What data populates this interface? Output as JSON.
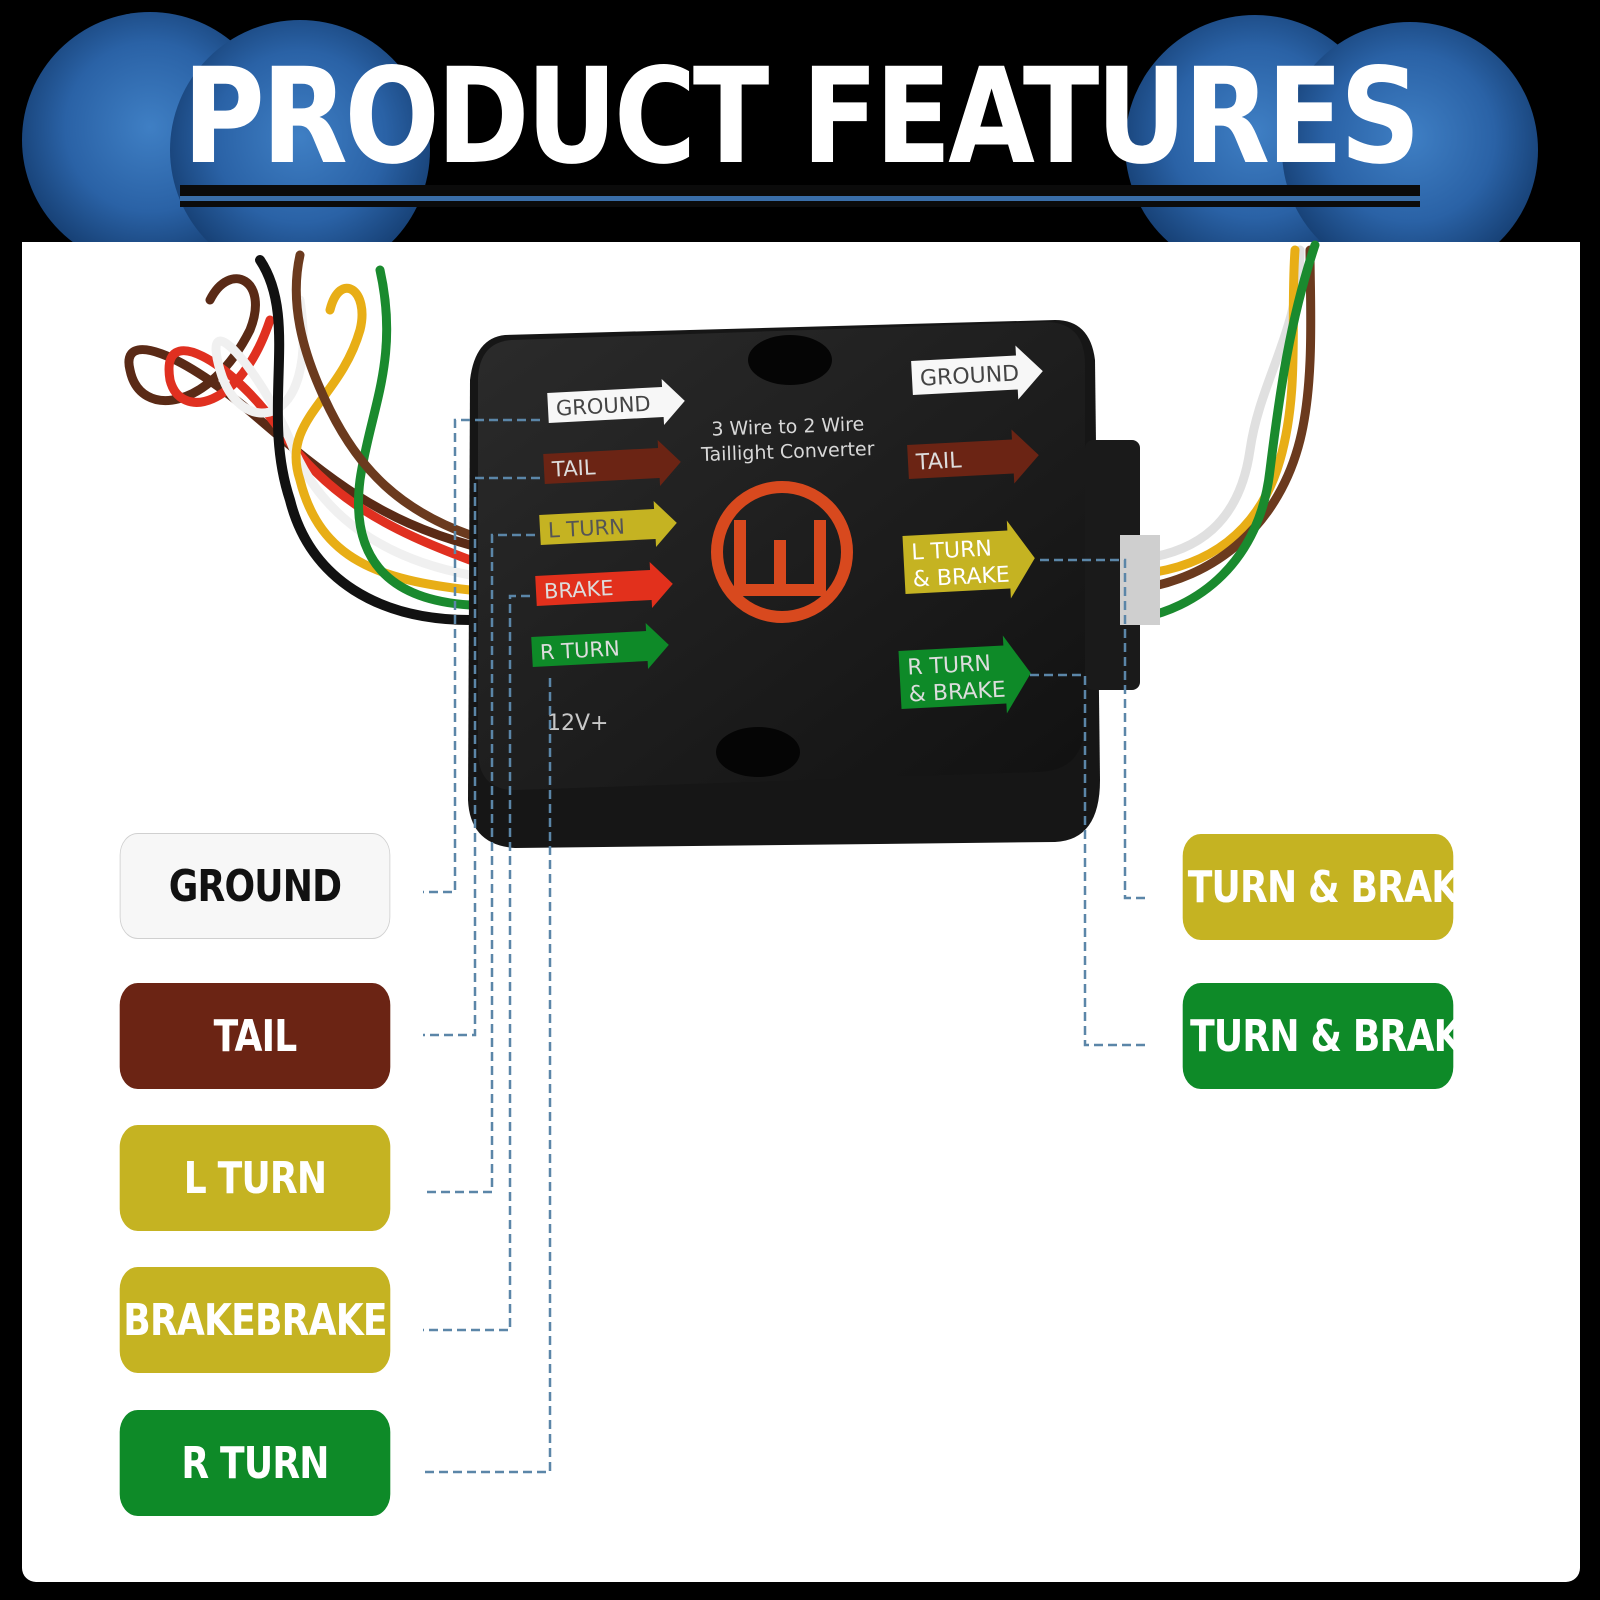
{
  "header": {
    "title": "PRODUCT FEATURES"
  },
  "device": {
    "title_line1": "3 Wire to 2 Wire",
    "title_line2": "Taillight Converter",
    "voltage": "12V+",
    "left_arrows": [
      "GROUND",
      "TAIL",
      "L TURN",
      "BRAKE",
      "R TURN"
    ],
    "right_arrows": [
      {
        "line1": "GROUND",
        "line2": ""
      },
      {
        "line1": "TAIL",
        "line2": ""
      },
      {
        "line1": "L TURN",
        "line2": "& BRAKE"
      },
      {
        "line1": "R TURN",
        "line2": "& BRAKE"
      }
    ]
  },
  "labels": {
    "left": [
      "GROUND",
      "TAIL",
      "L TURN",
      "BRAKEBRAKE",
      "R TURN"
    ],
    "right": [
      "L TURN & BRAKE",
      "R TURN & BRAKE"
    ]
  },
  "colors": {
    "ground": "#f7f7f7",
    "tail": "#6b2414",
    "l_turn": "#c5b322",
    "brake_arrow": "#e2301c",
    "r_turn": "#0e8a28",
    "leader_line": "#5b86a8",
    "logo": "#d8491e"
  }
}
